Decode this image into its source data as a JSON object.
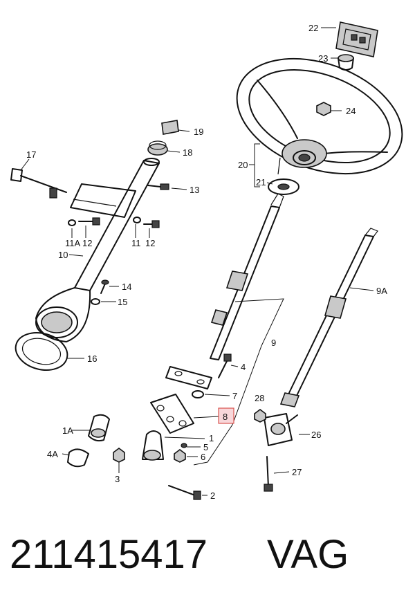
{
  "footer": {
    "part_number": "211415417",
    "brand": "VAG"
  },
  "highlight": {
    "label": "8",
    "fill": "#f8d7da",
    "stroke": "#d9534f"
  },
  "callouts": [
    {
      "id": "22",
      "text": "22"
    },
    {
      "id": "23",
      "text": "23"
    },
    {
      "id": "24",
      "text": "24"
    },
    {
      "id": "19",
      "text": "19"
    },
    {
      "id": "18",
      "text": "18"
    },
    {
      "id": "17",
      "text": "17"
    },
    {
      "id": "20",
      "text": "20"
    },
    {
      "id": "21",
      "text": "21"
    },
    {
      "id": "13",
      "text": "13"
    },
    {
      "id": "11A",
      "text": "11A"
    },
    {
      "id": "12a",
      "text": "12"
    },
    {
      "id": "11",
      "text": "11"
    },
    {
      "id": "12b",
      "text": "12"
    },
    {
      "id": "10",
      "text": "10"
    },
    {
      "id": "14",
      "text": "14"
    },
    {
      "id": "15",
      "text": "15"
    },
    {
      "id": "9A",
      "text": "9A"
    },
    {
      "id": "9",
      "text": "9"
    },
    {
      "id": "16",
      "text": "16"
    },
    {
      "id": "4",
      "text": "4"
    },
    {
      "id": "7",
      "text": "7"
    },
    {
      "id": "8",
      "text": "8"
    },
    {
      "id": "28",
      "text": "28"
    },
    {
      "id": "1A",
      "text": "1A"
    },
    {
      "id": "26",
      "text": "26"
    },
    {
      "id": "1",
      "text": "1"
    },
    {
      "id": "5",
      "text": "5"
    },
    {
      "id": "4A",
      "text": "4A"
    },
    {
      "id": "6",
      "text": "6"
    },
    {
      "id": "3",
      "text": "3"
    },
    {
      "id": "27",
      "text": "27"
    },
    {
      "id": "2",
      "text": "2"
    }
  ]
}
